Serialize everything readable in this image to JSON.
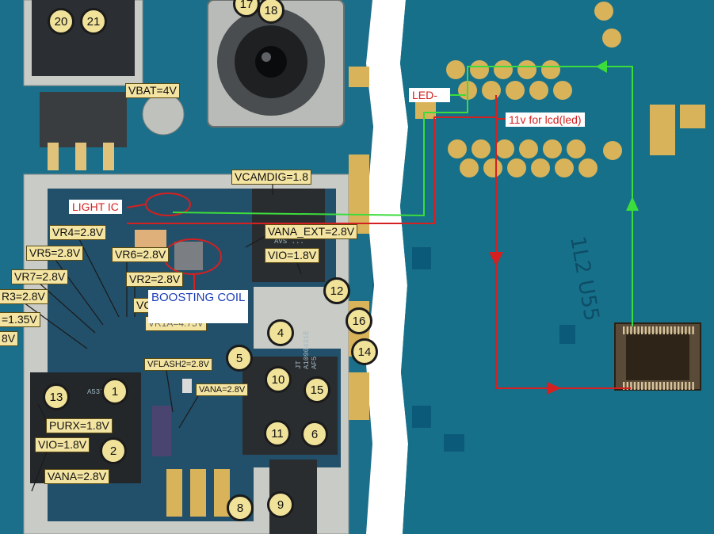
{
  "voltage_labels": [
    {
      "id": "vbat",
      "text": "VBAT=4V"
    },
    {
      "id": "vcamdig",
      "text": "VCAMDIG=1.8"
    },
    {
      "id": "vana-ext",
      "text": "VANA_EXT=2.8V"
    },
    {
      "id": "vio-top",
      "text": "VIO=1.8V"
    },
    {
      "id": "vr4",
      "text": "VR4=2.8V"
    },
    {
      "id": "vr5",
      "text": "VR5=2.8V"
    },
    {
      "id": "vr6",
      "text": "VR6=2.8V"
    },
    {
      "id": "vr7",
      "text": "VR7=2.8V"
    },
    {
      "id": "vr2",
      "text": "VR2=2.8V"
    },
    {
      "id": "vr3",
      "text": "R3=2.8V"
    },
    {
      "id": "v135",
      "text": "=1.35V"
    },
    {
      "id": "v8",
      "text": "8V"
    },
    {
      "id": "vc",
      "text": "VC"
    },
    {
      "id": "vr1a",
      "text": "VR1A=4.75V"
    },
    {
      "id": "vflash2",
      "text": "VFLASH2=2.8V"
    },
    {
      "id": "vana-mid",
      "text": "VANA=2.8V"
    },
    {
      "id": "purx",
      "text": "PURX=1.8V"
    },
    {
      "id": "vio-bottom",
      "text": "VIO=1.8V"
    },
    {
      "id": "vana-bottom",
      "text": "VANA=2.8V"
    }
  ],
  "numbered_points": [
    "20",
    "21",
    "17",
    "18",
    "12",
    "16",
    "4",
    "5",
    "14",
    "10",
    "15",
    "1",
    "13",
    "2",
    "11",
    "6",
    "8",
    "9"
  ],
  "annotations": {
    "light_ic": "LIGHT IC",
    "boosting_coil": "BOOSTING COIL",
    "led_minus": "LED-",
    "lcd_voltage": "11v for lcd(led)"
  },
  "chip_markings": {
    "ic_top": "U1 ...\nAVS ...",
    "ic_main": "JT\nA1090431E\nAF5",
    "ic_left": "A537",
    "board_code": "1L2 U55"
  },
  "colors": {
    "board": "#0e5f7a",
    "pad_gold": "#d9b35a",
    "label_fill": "#f4e4a1",
    "trace_green": "#3cdc3c",
    "trace_red": "#d42020",
    "shield_silver": "#c9cbc7"
  }
}
